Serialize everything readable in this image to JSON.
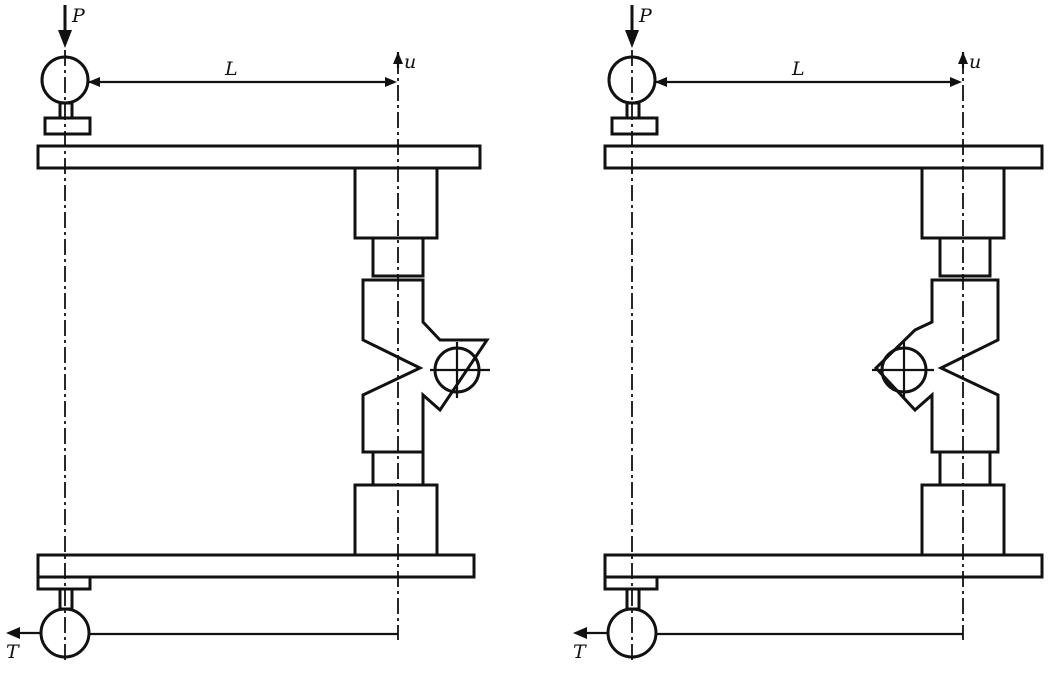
{
  "figures": [
    {
      "id": "left",
      "specimen_orientation": "opening-right",
      "labels": {
        "load": "P",
        "length": "L",
        "displacement": "u",
        "reaction": "T"
      }
    },
    {
      "id": "right",
      "specimen_orientation": "opening-left",
      "labels": {
        "load": "P",
        "length": "L",
        "displacement": "u",
        "reaction": "T"
      }
    }
  ],
  "colors": {
    "line": "#111111",
    "background": "#ffffff"
  }
}
